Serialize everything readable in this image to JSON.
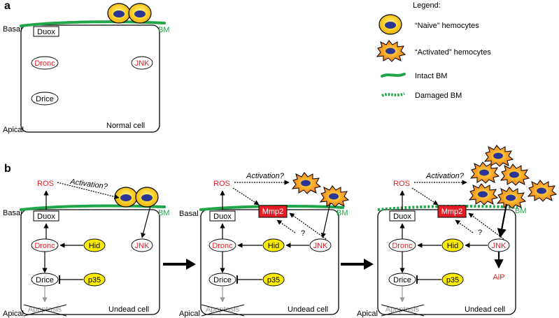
{
  "panel_a": {
    "letter": "a",
    "duox": "Duox",
    "dronc": "Dronc",
    "jnk": "JNK",
    "drice": "Drice",
    "bm": "BM",
    "basal": "Basal",
    "apical": "Apical",
    "cell_label": "Normal cell"
  },
  "legend": {
    "title": "Legend:",
    "items": [
      {
        "label": "“Naive” hemocytes",
        "icon": "naive-hemocyte-icon"
      },
      {
        "label": "“Activated” hemocytes",
        "icon": "activated-hemocyte-icon"
      },
      {
        "label": "Intact BM",
        "icon": "intact-bm-icon"
      },
      {
        "label": "Damaged BM",
        "icon": "damaged-bm-icon"
      }
    ]
  },
  "panel_b": {
    "letter": "b",
    "cells": [
      {
        "ros": "ROS",
        "activation": "Activation?",
        "duox": "Duox",
        "dronc": "Dronc",
        "hid": "Hid",
        "jnk": "JNK",
        "drice": "Drice",
        "p35": "p35",
        "apoptosis": "Apoptosis",
        "bm": "BM",
        "basal": "Basal",
        "apical": "Apical",
        "cell_label": "Undead cell"
      },
      {
        "ros": "ROS",
        "activation": "Activation?",
        "duox": "Duox",
        "mmp2": "Mmp2",
        "question": "?",
        "dronc": "Dronc",
        "hid": "Hid",
        "jnk": "JNK",
        "drice": "Drice",
        "p35": "p35",
        "apoptosis": "Apoptosis",
        "bm": "BM",
        "basal": "Basal",
        "apical": "Apical",
        "cell_label": "Undead cell"
      },
      {
        "ros": "ROS",
        "activation": "Activation?",
        "duox": "Duox",
        "mmp2": "Mmp2",
        "question": "?",
        "dronc": "Dronc",
        "hid": "Hid",
        "jnk": "JNK",
        "drice": "Drice",
        "p35": "p35",
        "apoptosis": "Apoptosis",
        "aip": "AiP",
        "bm": "BM",
        "apical": "Apical",
        "cell_label": "Undead cell"
      }
    ]
  },
  "colors": {
    "bm_green": "#1fa64a",
    "red_text": "#e41e26",
    "yellow_node": "#ffed00",
    "mmp2_red": "#e41e26",
    "hemocyte_yellow": "#f7c51d",
    "nucleus_blue": "#2b3594",
    "activated_orange": "#f18a21"
  }
}
